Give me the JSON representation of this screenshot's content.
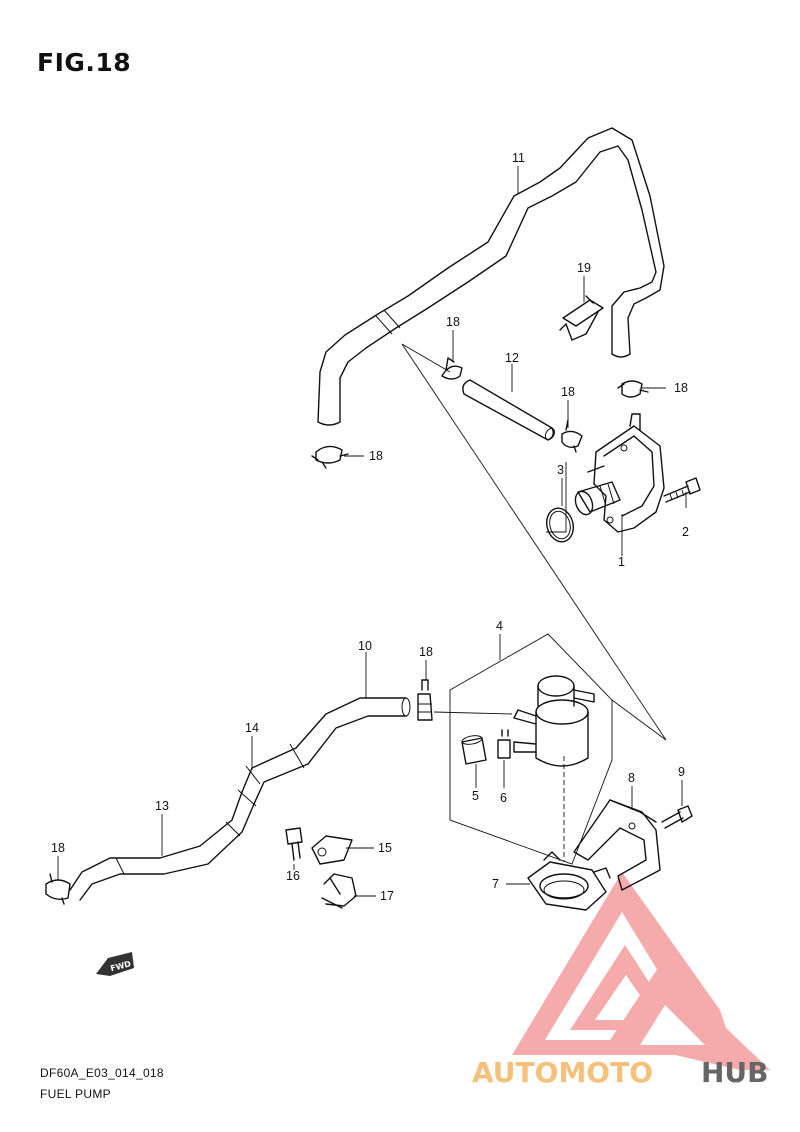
{
  "figure": {
    "title": "FIG.18"
  },
  "callouts": {
    "p1": "1",
    "p2": "2",
    "p3": "3",
    "p4": "4",
    "p5": "5",
    "p6": "6",
    "p7": "7",
    "p8": "8",
    "p9": "9",
    "p10": "10",
    "p11": "11",
    "p12": "12",
    "p13": "13",
    "p14": "14",
    "p15": "15",
    "p16": "16",
    "p17": "17",
    "p18a": "18",
    "p18b": "18",
    "p18c": "18",
    "p18d": "18",
    "p18e": "18",
    "p18f": "18",
    "p19": "19"
  },
  "fwd_label": "FWD",
  "footer": {
    "code": "DF60A_E03_014_018",
    "name": "FUEL PUMP"
  },
  "watermark": {
    "text_a": "AUTOMOTO",
    "text_b": "HUB"
  },
  "colors": {
    "line": "#111111",
    "watermark_red": "#f0a0a0",
    "watermark_orange": "#f5c07a",
    "watermark_grey": "#666666"
  }
}
